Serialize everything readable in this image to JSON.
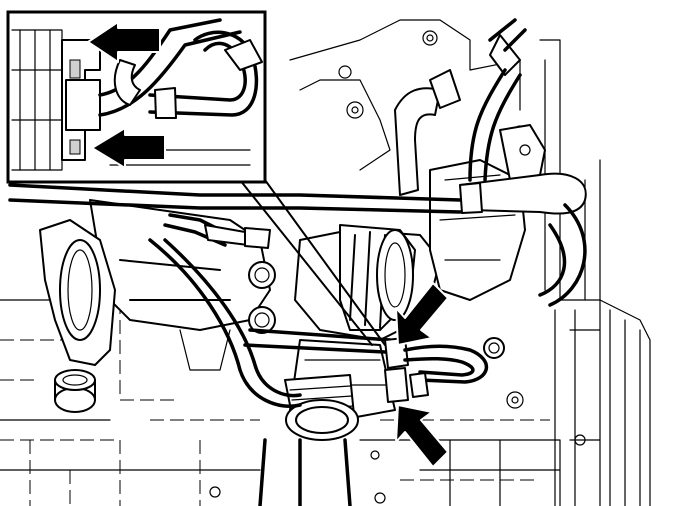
{
  "figure": {
    "subject": "turbocharger-assembly",
    "callouts": [
      {
        "id": "inset-arrow-upper",
        "points_to": "hose-connection"
      },
      {
        "id": "inset-arrow-lower",
        "points_to": "pipe-connection"
      },
      {
        "id": "main-arrow-upper",
        "points_to": "hose-connection"
      },
      {
        "id": "main-arrow-lower",
        "points_to": "pipe-connection"
      }
    ],
    "line_color": "#000000",
    "background_color": "#ffffff"
  }
}
